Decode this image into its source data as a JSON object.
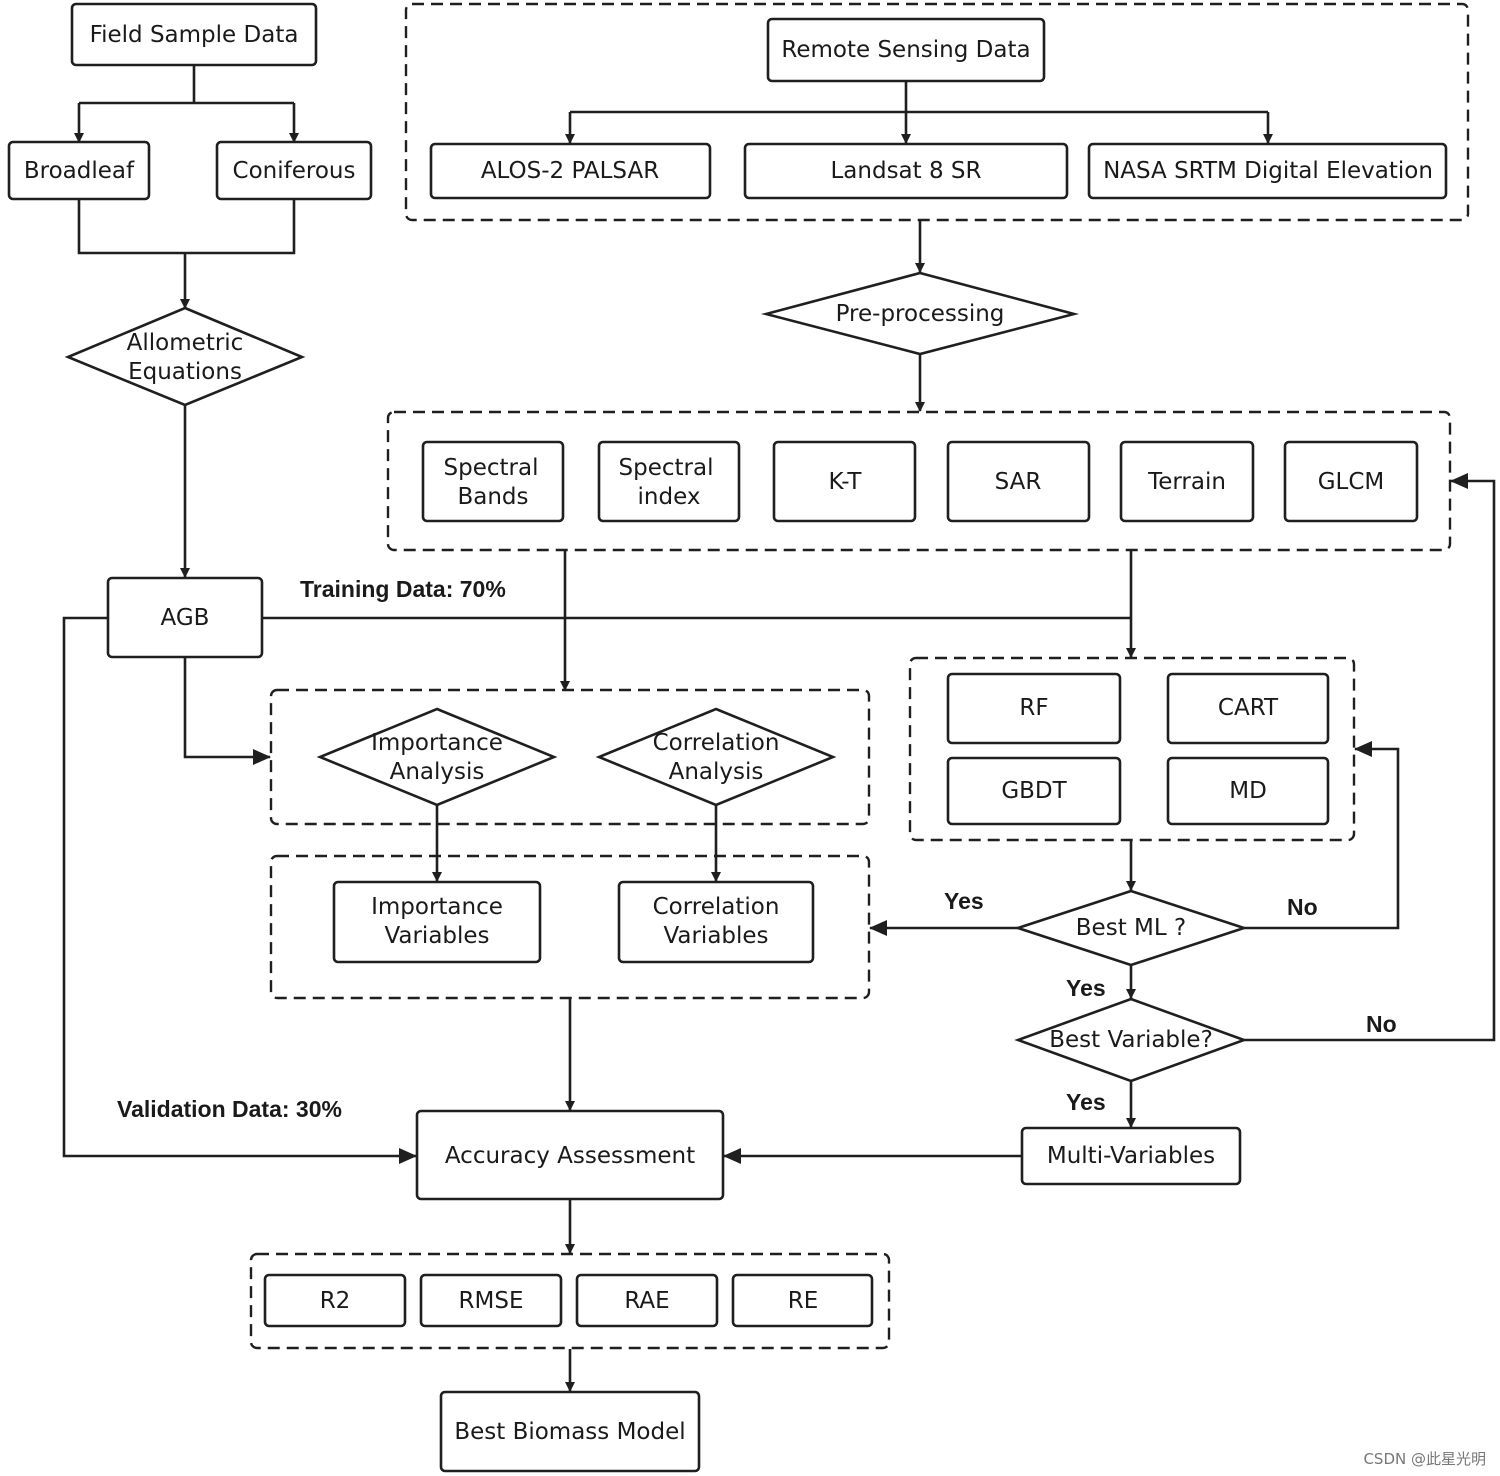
{
  "nodes": {
    "field_sample_data": "Field Sample Data",
    "broadleaf": "Broadleaf",
    "coniferous": "Coniferous",
    "allometric_equations": [
      "Allometric",
      "Equations"
    ],
    "remote_sensing_data": "Remote Sensing Data",
    "alos2_palsar": "ALOS-2 PALSAR",
    "landsat8_sr": "Landsat 8 SR",
    "nasa_srtm": "NASA SRTM Digital Elevation",
    "pre_processing": "Pre-processing",
    "spectral_bands": [
      "Spectral",
      "Bands"
    ],
    "spectral_index": [
      "Spectral",
      "index"
    ],
    "kt": "K-T",
    "sar": "SAR",
    "terrain": "Terrain",
    "glcm": "GLCM",
    "agb": "AGB",
    "rf": "RF",
    "cart": "CART",
    "gbdt": "GBDT",
    "md": "MD",
    "importance_analysis": [
      "Importance",
      "Analysis"
    ],
    "correlation_analysis": [
      "Correlation",
      "Analysis"
    ],
    "importance_variables": [
      "Importance",
      "Variables"
    ],
    "correlation_variables": [
      "Correlation",
      "Variables"
    ],
    "best_ml": "Best ML ?",
    "best_variable": "Best Variable?",
    "multi_variables": "Multi-Variables",
    "accuracy_assessment": "Accuracy Assessment",
    "r2": "R2",
    "rmse": "RMSE",
    "rae": "RAE",
    "re": "RE",
    "best_biomass_model": "Best Biomass Model"
  },
  "labels": {
    "training_data": "Training Data: 70%",
    "validation_data": "Validation Data: 30%",
    "yes_best_ml_left": "Yes",
    "no_best_ml": "No",
    "yes_best_ml_down": "Yes",
    "no_best_variable": "No",
    "yes_best_variable": "Yes"
  },
  "watermark": "CSDN @此星光明"
}
